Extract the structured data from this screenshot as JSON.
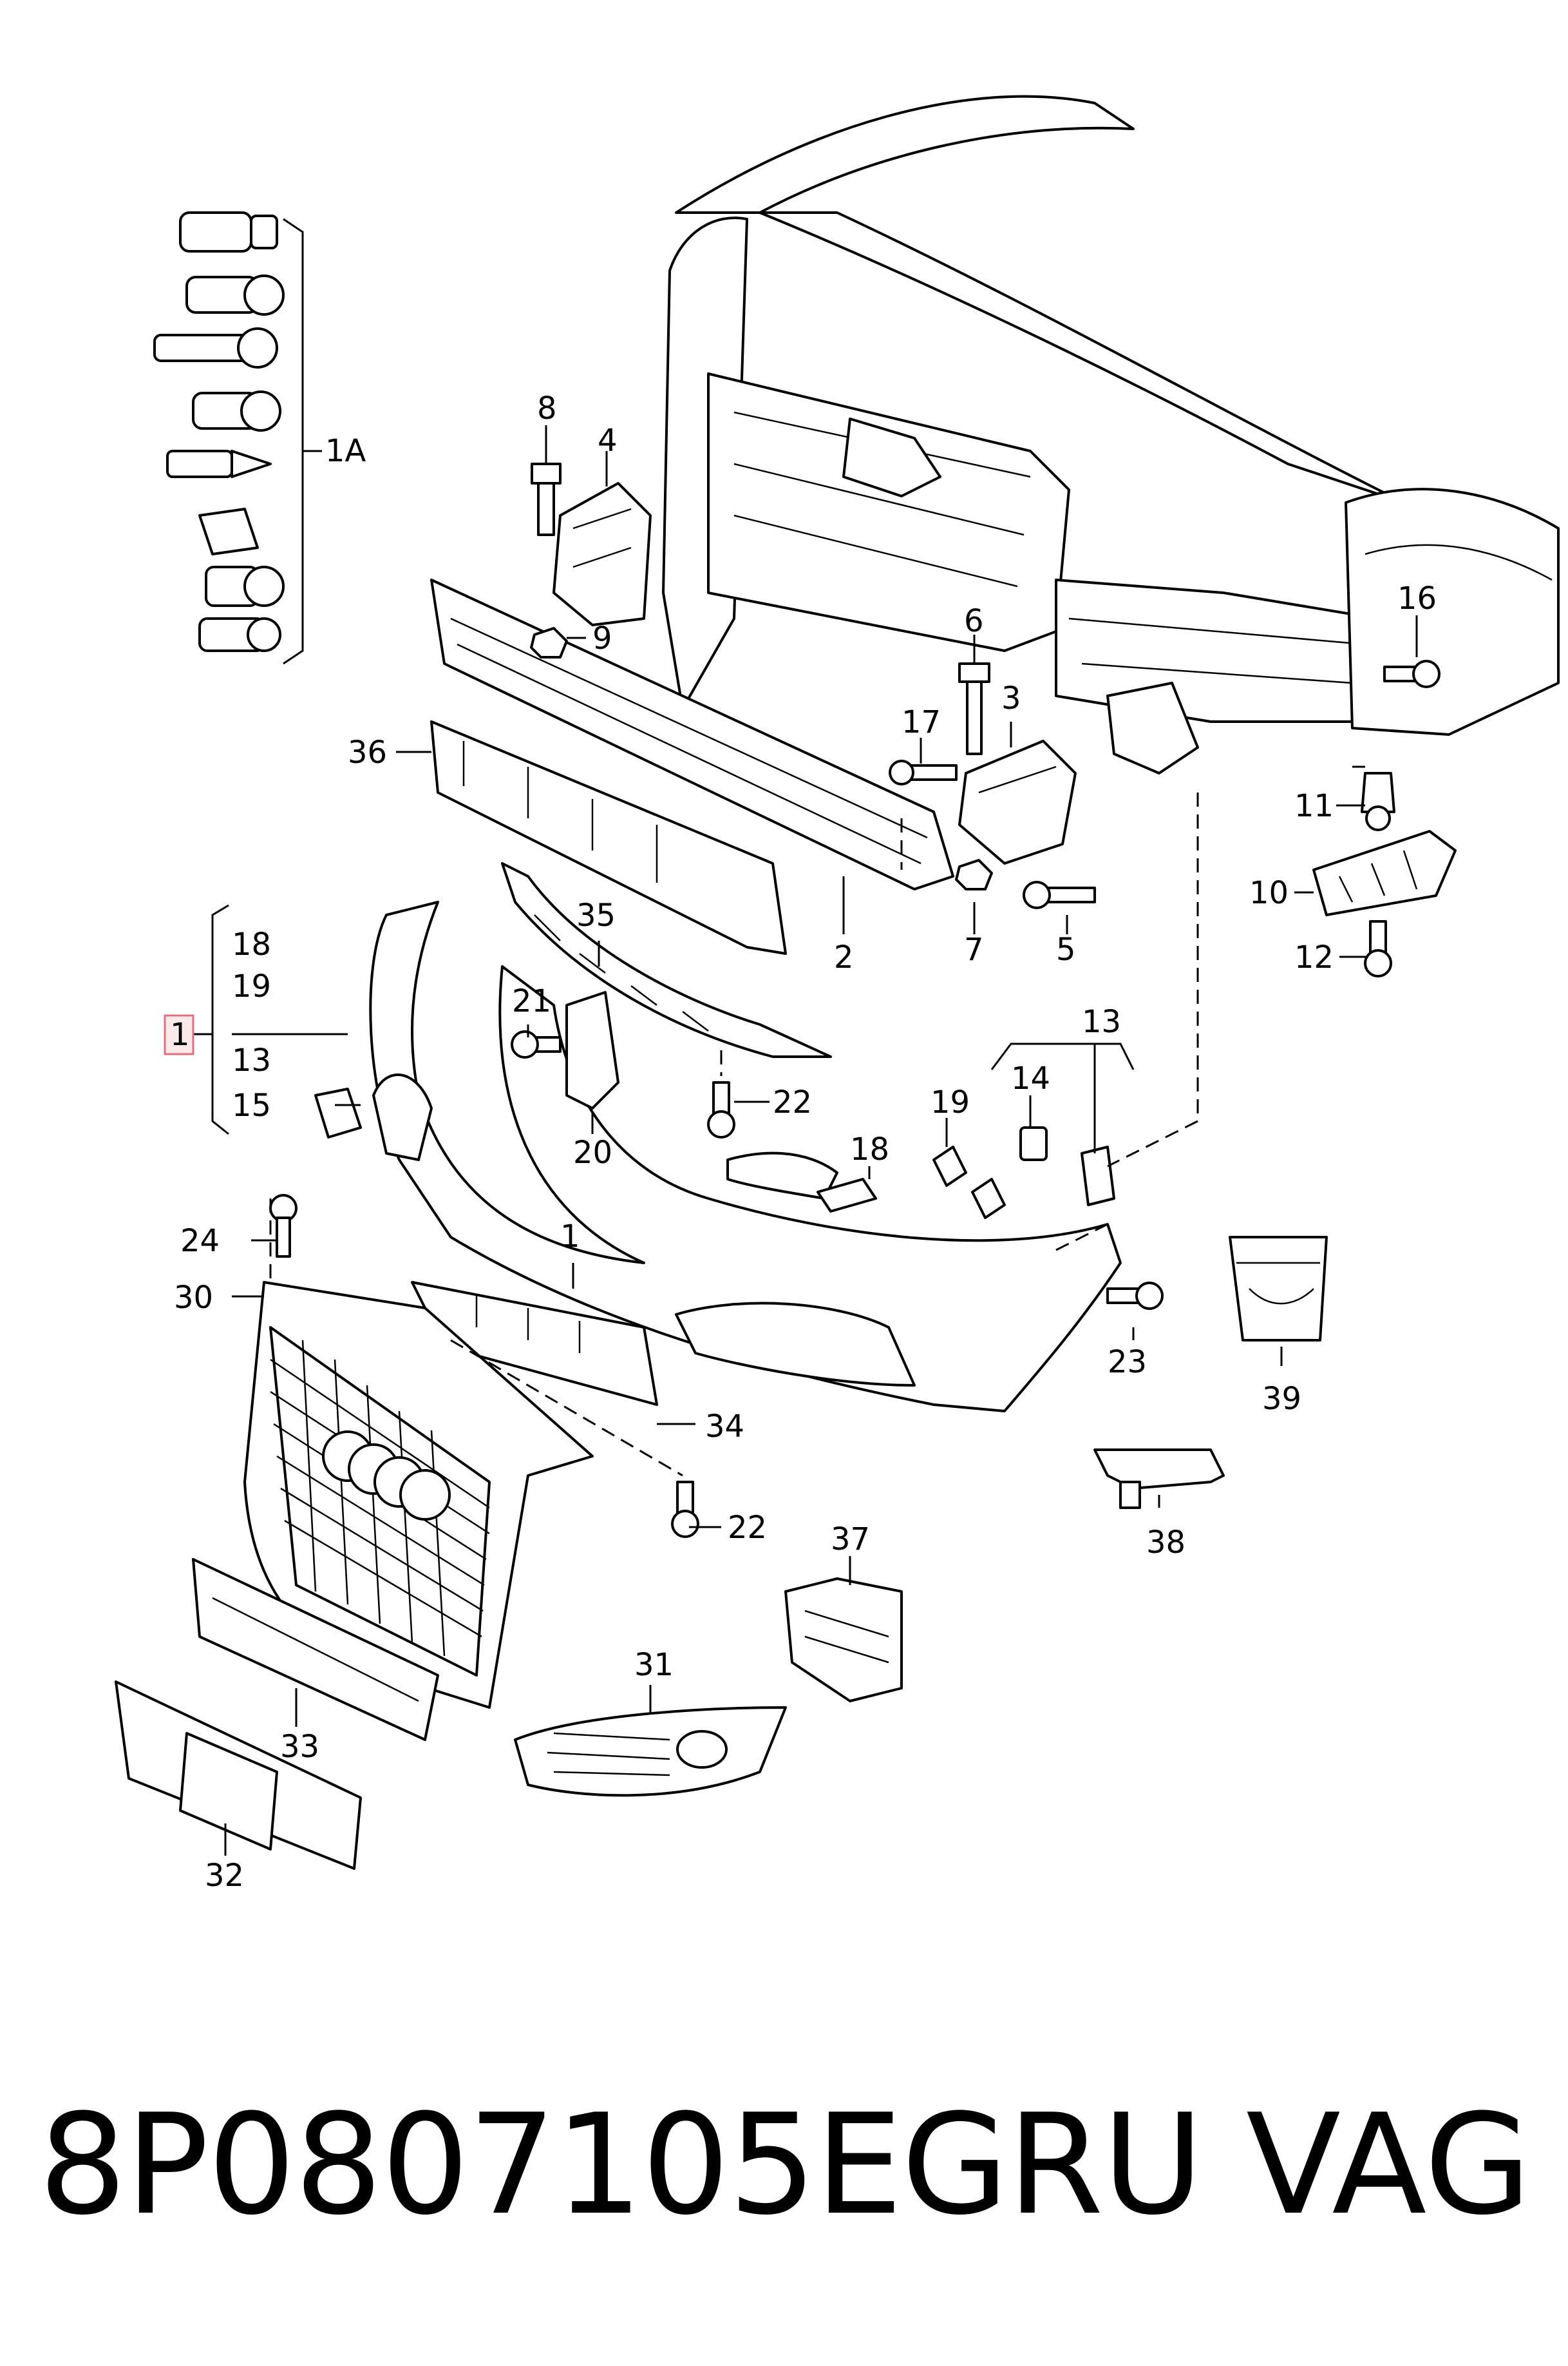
{
  "diagram": {
    "callouts": {
      "c1A": "1A",
      "c1": "1",
      "c1b": "1",
      "c2": "2",
      "c3": "3",
      "c4": "4",
      "c5": "5",
      "c6": "6",
      "c7": "7",
      "c8": "8",
      "c9": "9",
      "c10": "10",
      "c11": "11",
      "c12": "12",
      "c13a": "13",
      "c13b": "13",
      "c14": "14",
      "c15": "15",
      "c16": "16",
      "c17": "17",
      "c18a": "18",
      "c18b": "18",
      "c19a": "19",
      "c19b": "19",
      "c20": "20",
      "c21": "21",
      "c22a": "22",
      "c22b": "22",
      "c23": "23",
      "c24": "24",
      "c30": "30",
      "c31": "31",
      "c32": "32",
      "c33": "33",
      "c34": "34",
      "c36": "36",
      "c35": "35",
      "c37": "37",
      "c38": "38",
      "c39": "39"
    }
  },
  "footer": {
    "part_number": "8P0807105EGRU",
    "brand": "VAG"
  }
}
